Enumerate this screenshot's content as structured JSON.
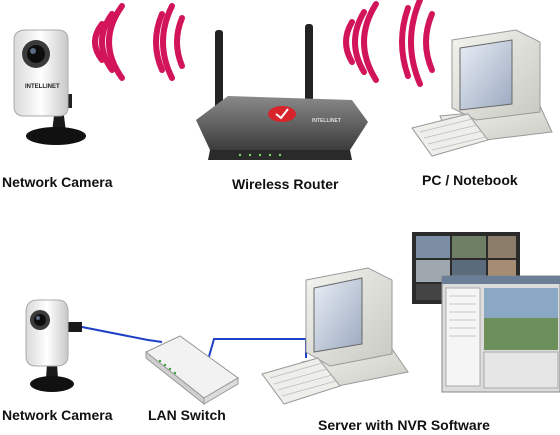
{
  "labels": {
    "network_camera_wireless": "Network Camera",
    "wireless_router": "Wireless Router",
    "pc_notebook": "PC / Notebook",
    "network_camera_wired": "Network Camera",
    "lan_switch": "LAN Switch",
    "server_nvr": "Server with NVR Software"
  },
  "brand": {
    "camera_logo": "INTELLINET",
    "router_logo": "INTELLINET"
  },
  "colors": {
    "signal": "#d2145a",
    "cable": "#1f3fc7",
    "router_logo": "#d8232a"
  },
  "icons": [
    "camera-icon",
    "router-icon",
    "pc-icon",
    "switch-icon",
    "server-icon",
    "nvr-screenshot-icon",
    "wifi-signal-icon"
  ]
}
